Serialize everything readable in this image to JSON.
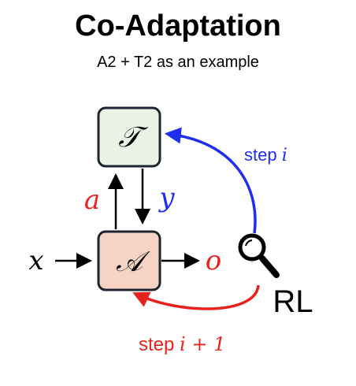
{
  "title": "Co-Adaptation",
  "subtitle": "A2 + T2 as an example",
  "nodes": {
    "tool": {
      "symbol": "𝒯",
      "fill": "#eaf3e6"
    },
    "agent": {
      "symbol": "𝒜",
      "fill": "#f6d3c3"
    }
  },
  "labels": {
    "input": "x",
    "output": "o",
    "action": "a",
    "feedback": "y",
    "step_i_text": "step ",
    "step_i_var": "i",
    "step_next_text": "step ",
    "step_next_var": "i + 1",
    "rl": "RL"
  },
  "icons": {
    "rl": "magnifier-icon"
  },
  "colors": {
    "red": "#e8231e",
    "blue": "#1f2ff0",
    "black": "#000000"
  }
}
